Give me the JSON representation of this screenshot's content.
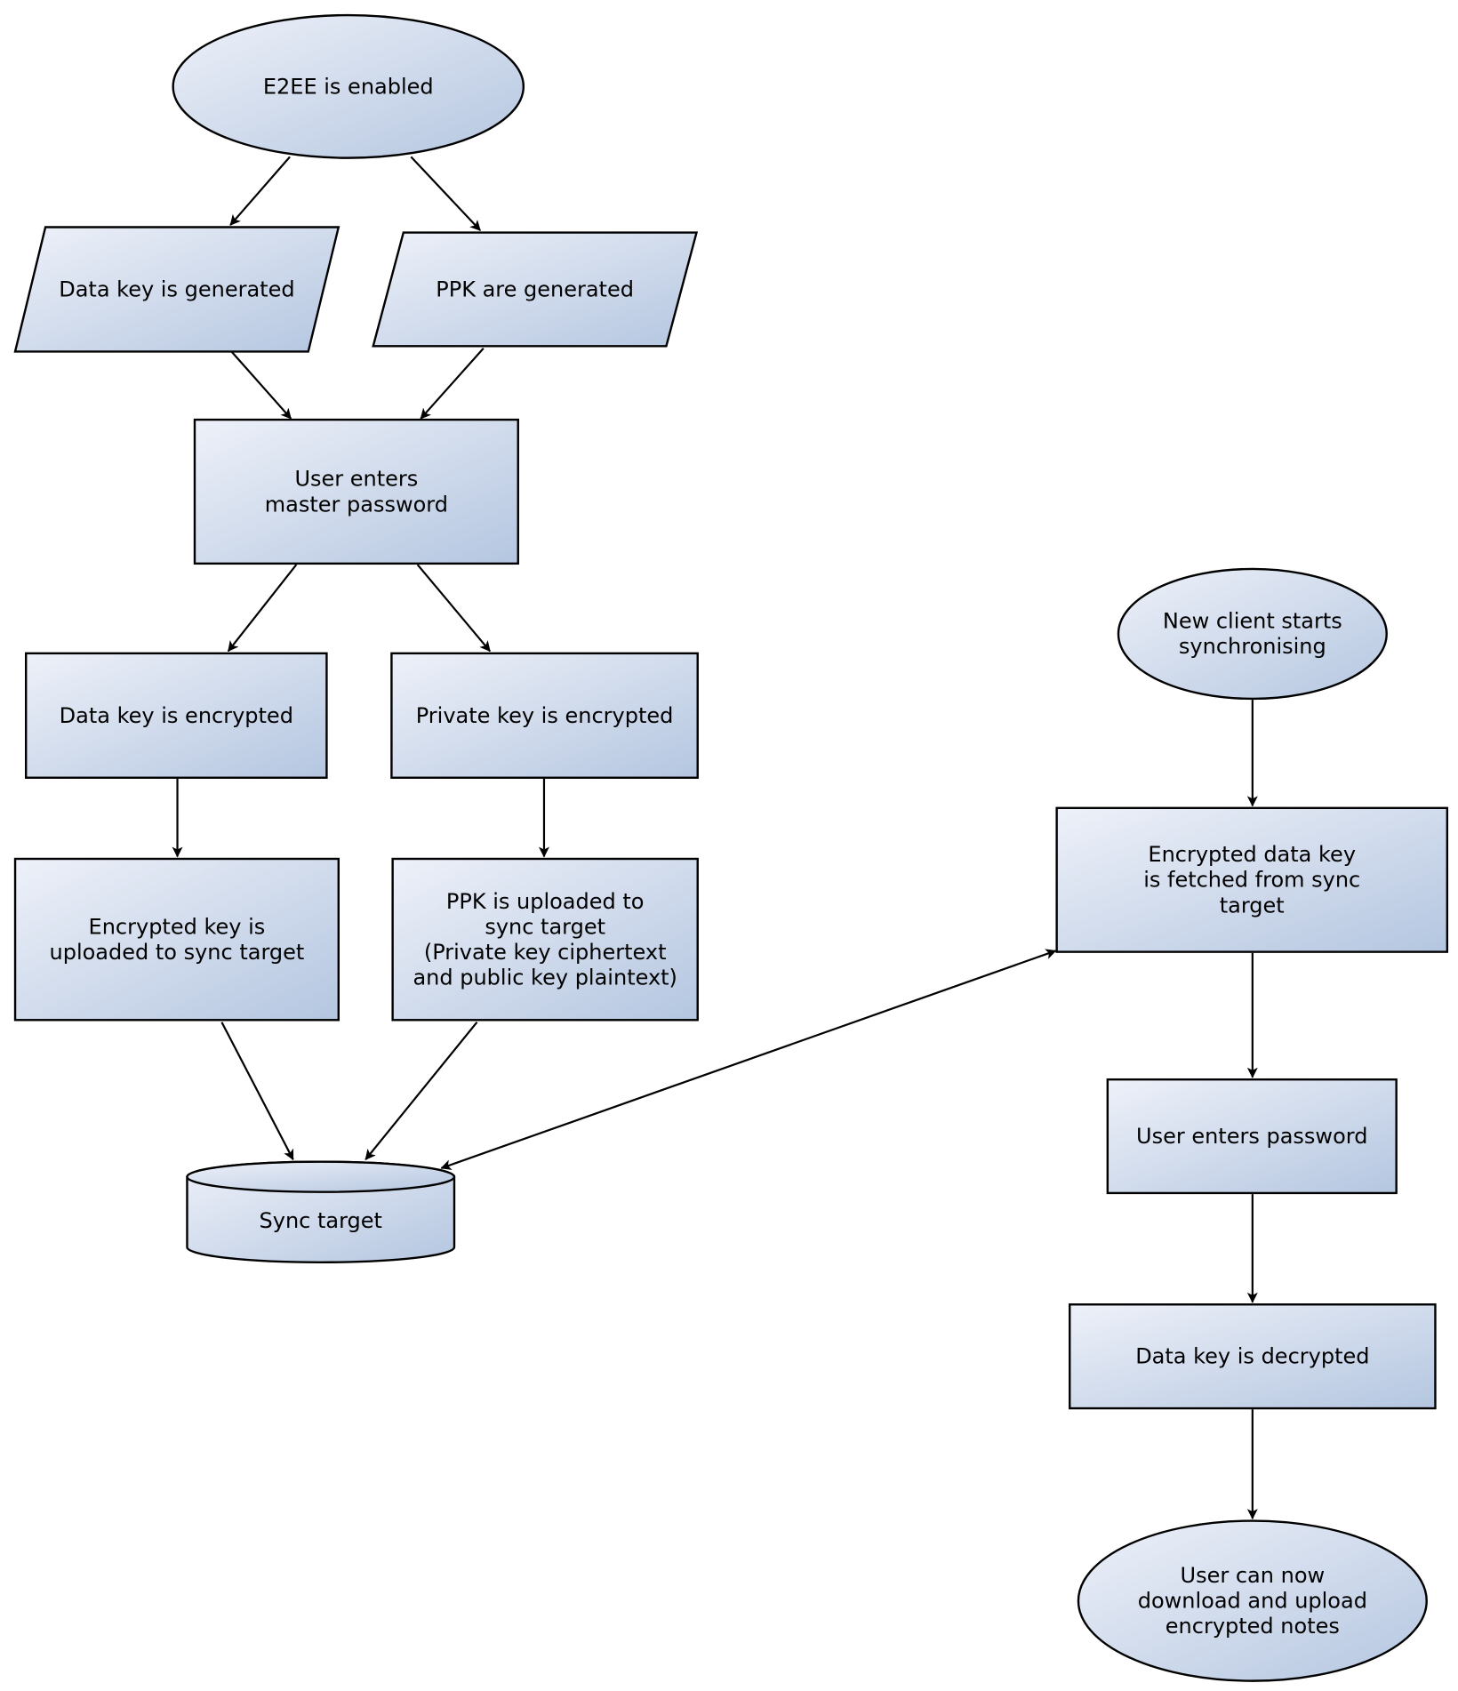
{
  "diagram": {
    "nodes": {
      "e2ee_enabled": {
        "shape": "ellipse",
        "lines": [
          "E2EE is enabled"
        ]
      },
      "data_key_generated": {
        "shape": "parallelogram",
        "lines": [
          "Data key is generated"
        ]
      },
      "ppk_generated": {
        "shape": "parallelogram",
        "lines": [
          "PPK are generated"
        ]
      },
      "user_enters_master_password": {
        "shape": "rectangle",
        "lines": [
          "User enters",
          "master password"
        ]
      },
      "data_key_encrypted": {
        "shape": "rectangle",
        "lines": [
          "Data key is encrypted"
        ]
      },
      "private_key_encrypted": {
        "shape": "rectangle",
        "lines": [
          "Private key is encrypted"
        ]
      },
      "encrypted_key_uploaded": {
        "shape": "rectangle",
        "lines": [
          "Encrypted key is",
          "uploaded to sync target"
        ]
      },
      "ppk_uploaded": {
        "shape": "rectangle",
        "lines": [
          "PPK is uploaded to",
          "sync target",
          "(Private key ciphertext",
          "and public key plaintext)"
        ]
      },
      "sync_target": {
        "shape": "cylinder",
        "lines": [
          "Sync target"
        ]
      },
      "new_client_starts": {
        "shape": "ellipse",
        "lines": [
          "New client starts",
          "synchronising"
        ]
      },
      "encrypted_data_key_fetched": {
        "shape": "rectangle",
        "lines": [
          "Encrypted data key",
          "is fetched from sync",
          "target"
        ]
      },
      "user_enters_password": {
        "shape": "rectangle",
        "lines": [
          "User enters password"
        ]
      },
      "data_key_decrypted": {
        "shape": "rectangle",
        "lines": [
          "Data key is decrypted"
        ]
      },
      "user_can_now": {
        "shape": "ellipse",
        "lines": [
          "User can now",
          "download and upload",
          "encrypted notes"
        ]
      }
    },
    "edges": [
      {
        "from": "e2ee_enabled",
        "to": "data_key_generated"
      },
      {
        "from": "e2ee_enabled",
        "to": "ppk_generated"
      },
      {
        "from": "data_key_generated",
        "to": "user_enters_master_password"
      },
      {
        "from": "ppk_generated",
        "to": "user_enters_master_password"
      },
      {
        "from": "user_enters_master_password",
        "to": "data_key_encrypted"
      },
      {
        "from": "user_enters_master_password",
        "to": "private_key_encrypted"
      },
      {
        "from": "data_key_encrypted",
        "to": "encrypted_key_uploaded"
      },
      {
        "from": "private_key_encrypted",
        "to": "ppk_uploaded"
      },
      {
        "from": "encrypted_key_uploaded",
        "to": "sync_target"
      },
      {
        "from": "ppk_uploaded",
        "to": "sync_target"
      },
      {
        "from": "sync_target",
        "to": "encrypted_data_key_fetched",
        "bidirectional": true
      },
      {
        "from": "new_client_starts",
        "to": "encrypted_data_key_fetched"
      },
      {
        "from": "encrypted_data_key_fetched",
        "to": "user_enters_password"
      },
      {
        "from": "user_enters_password",
        "to": "data_key_decrypted"
      },
      {
        "from": "data_key_decrypted",
        "to": "user_can_now"
      }
    ],
    "colors": {
      "fill_light": "#eef1f9",
      "fill_dark": "#b4c6e0",
      "stroke": "#000000"
    }
  }
}
